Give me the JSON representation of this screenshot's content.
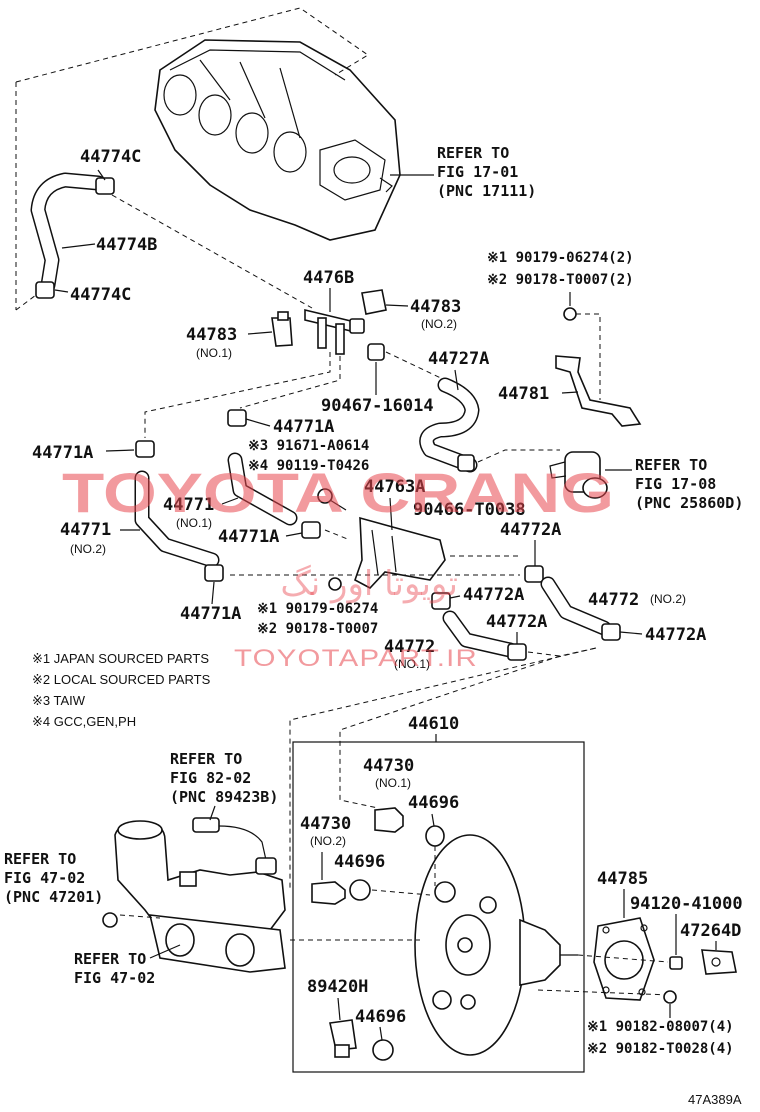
{
  "labels": {
    "p44774c_top": "44774C",
    "p44774b": "44774B",
    "p44774c_bottom": "44774C",
    "p4476b": "4476B",
    "p44783_no1": "44783",
    "p44783_no2": "44783",
    "no1": "(NO.1)",
    "no2": "(NO.2)",
    "p90467": "90467-16014",
    "p44727a": "44727A",
    "p44781": "44781",
    "bolt_note_1": "※1 90179-06274(2)",
    "bolt_note_2": "※2 90178-T0007(2)",
    "p44771a_top": "44771A",
    "n91671": "※3 91671-A0614",
    "n90119": "※4 90119-T0426",
    "p44771a_left": "44771A",
    "p44771_mid": "44771",
    "p44771_mid_sub": "(NO.1)",
    "p44771_left": "44771",
    "p44771_left_sub": "(NO.2)",
    "p44763a": "44763A",
    "p90466": "90466-T0038",
    "p44771a_center": "44771A",
    "p44772a_top": "44772A",
    "p44771a_bottom": "44771A",
    "n90179_b": "※1 90179-06274",
    "n90178_b": "※2 90178-T0007",
    "p44772a_mid": "44772A",
    "p44772_no2": "44772",
    "p44772_no2_sub": "(NO.2)",
    "p44772a_right": "44772A",
    "p44772a_low": "44772A",
    "p44772_no1": "44772",
    "p44772_no1_sub": "(NO.1)",
    "p44610": "44610",
    "p44730_no1": "44730",
    "p44730_no1_sub": "(NO.1)",
    "p44696_a": "44696",
    "p44730_no2": "44730",
    "p44730_no2_sub": "(NO.2)",
    "p44696_b": "44696",
    "p89420h": "89420H",
    "p44696_c": "44696",
    "p44785": "44785",
    "p94120": "94120-41000",
    "p47264d": "47264D",
    "n90182_1": "※1 90182-08007(4)",
    "n90182_2": "※2 90182-T0028(4)",
    "diagram_id": "47A389A"
  },
  "refs": {
    "fig1701": [
      "REFER TO",
      "FIG 17-01",
      "(PNC 17111)"
    ],
    "fig1708": [
      "REFER TO",
      "FIG 17-08",
      "(PNC 25860D)"
    ],
    "fig8202": [
      "REFER TO",
      "FIG 82-02",
      "(PNC 89423B)"
    ],
    "fig4702a": [
      "REFER TO",
      "FIG 47-02",
      "(PNC 47201)"
    ],
    "fig4702b": [
      "REFER TO",
      "FIG 47-02"
    ]
  },
  "footnotes": [
    "※1 JAPAN SOURCED PARTS",
    "※2 LOCAL SOURCED PARTS",
    "※3 TAIW",
    "※4 GCC,GEN,PH"
  ],
  "watermark": {
    "brand": "TOYOTA CRANG",
    "site": "TOYOTAPART.IR",
    "persian": "تویوتا اور نگ",
    "color": "#e8474f"
  }
}
